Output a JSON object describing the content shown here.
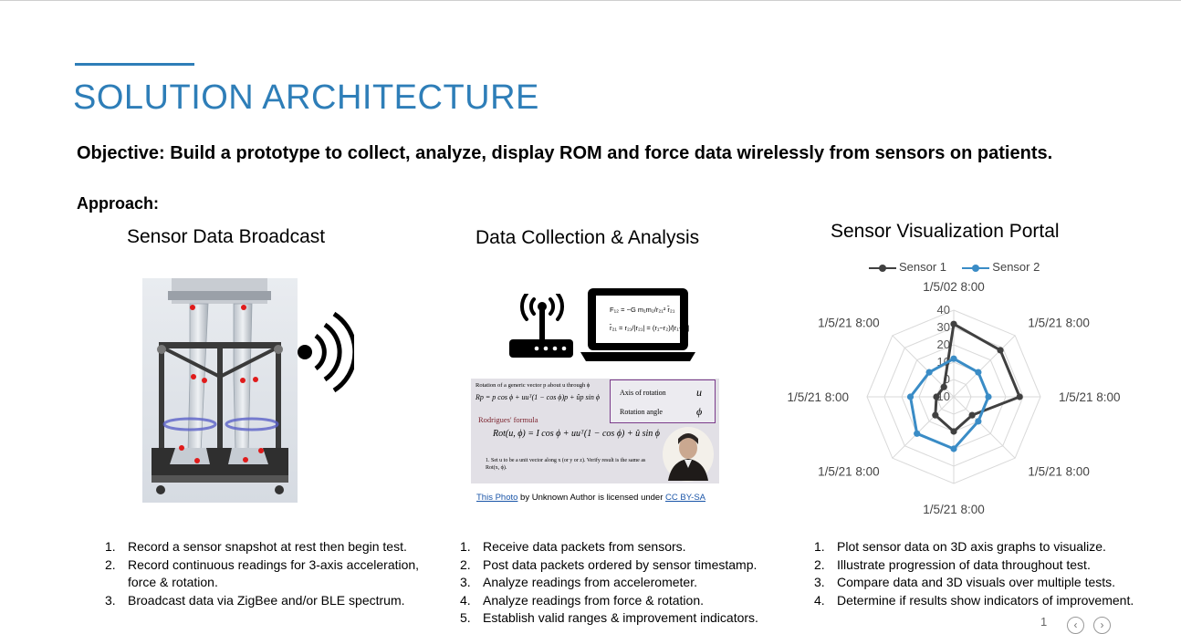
{
  "slide": {
    "title": "SOLUTION ARCHITECTURE",
    "objective": "Objective: Build a prototype to collect, analyze, display ROM and force data wirelessly from sensors on patients.",
    "approach_label": "Approach:",
    "page_number": "1"
  },
  "columns": [
    {
      "title": "Sensor Data Broadcast",
      "steps": [
        "Record a sensor snapshot at rest then begin test.",
        "Record continuous readings for 3-axis acceleration, force & rotation.",
        "Broadcast data via ZigBee and/or BLE spectrum."
      ]
    },
    {
      "title": "Data Collection & Analysis",
      "steps": [
        "Receive data packets from sensors.",
        "Post data packets ordered by sensor timestamp.",
        "Analyze readings from accelerometer.",
        "Analyze readings from force & rotation.",
        "Establish valid ranges & improvement indicators."
      ]
    },
    {
      "title": "Sensor Visualization Portal",
      "steps": [
        "Plot sensor data on 3D axis graphs to visualize.",
        "Illustrate progression of data throughout test.",
        "Compare data and 3D visuals over multiple tests.",
        "Determine if results show indicators of improvement."
      ]
    }
  ],
  "equation_image": {
    "intro": "Rotation of a generic vector p about u through ϕ",
    "formula1": "Rp = p cos ϕ + uuᵀ(1 − cos ϕ)p + ûp sin ϕ",
    "box_axis": "Axis of rotation",
    "box_axis_symbol": "u",
    "box_angle": "Rotation angle",
    "box_angle_symbol": "ϕ",
    "heading": "Rodrigues' formula",
    "formula2": "Rot(u, ϕ) = I cos ϕ + uuᵀ(1 − cos ϕ) + û sin ϕ",
    "note": "1. Set u to be a unit vector along x (or y or z). Verify result is the same as Rot(x, ϕ)."
  },
  "credit": {
    "link1": "This Photo",
    "middle": " by Unknown Author is licensed under ",
    "link2": "CC BY-SA"
  },
  "icons": [
    "wireless-signal-icon",
    "wifi-router-icon",
    "laptop-icon"
  ],
  "colors": {
    "accent": "#2e7eb8",
    "sensor1": "#404040",
    "sensor2": "#3a8cc6"
  },
  "chart_data": {
    "type": "radar",
    "categories": [
      "1/5/02 8:00",
      "1/5/21 8:00",
      "1/5/21 8:00",
      "1/5/21 8:00",
      "1/5/21 8:00",
      "1/5/21 8:00",
      "1/5/21 8:00",
      "1/5/21 8:00"
    ],
    "series": [
      {
        "name": "Sensor 1",
        "values": [
          32,
          28,
          28,
          5,
          10,
          5,
          0,
          -2
        ]
      },
      {
        "name": "Sensor 2",
        "values": [
          12,
          10,
          10,
          10,
          20,
          20,
          15,
          10
        ]
      }
    ],
    "rlim": [
      -10,
      40
    ],
    "ticks": [
      40,
      30,
      20,
      10,
      0,
      -10
    ],
    "tick_labels": [
      "40",
      "30",
      "20",
      "10",
      "0",
      "-10"
    ],
    "legend": "top",
    "grid": true
  }
}
